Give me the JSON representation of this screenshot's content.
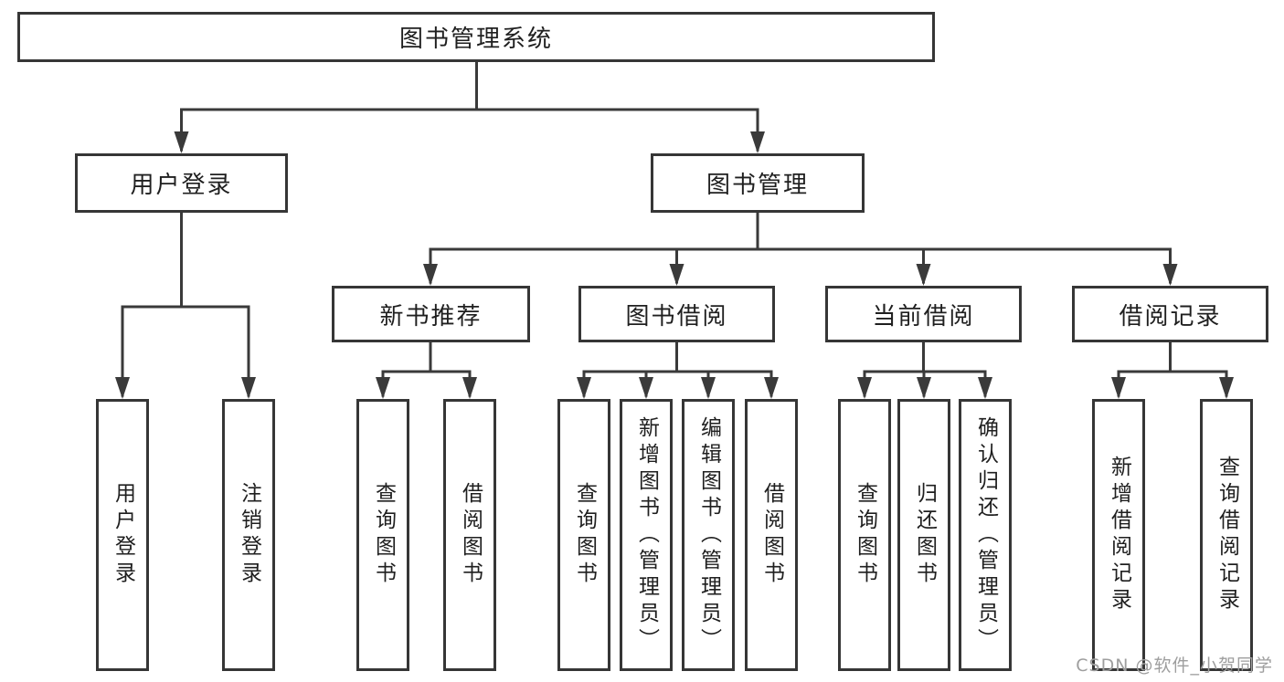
{
  "diagram": {
    "title": "图书管理系统",
    "level2": {
      "user_login": "用户登录",
      "book_management": "图书管理"
    },
    "level3": {
      "new_book_recommend": "新书推荐",
      "book_borrow": "图书借阅",
      "current_borrow": "当前借阅",
      "borrow_records": "借阅记录"
    },
    "leaves": {
      "user_login": {
        "login": "用户登录",
        "logout": "注销登录"
      },
      "new_book_recommend": {
        "query": "查询图书",
        "borrow": "借阅图书"
      },
      "book_borrow": {
        "query": "查询图书",
        "add": "新增图书（管理员）",
        "edit": "编辑图书（管理员）",
        "borrow": "借阅图书"
      },
      "current_borrow": {
        "query": "查询图书",
        "return": "归还图书",
        "confirm_return": "确认归还（管理员）"
      },
      "borrow_records": {
        "add": "新增借阅记录",
        "query": "查询借阅记录"
      }
    }
  },
  "watermark": "CSDN @软件_小贺同学",
  "colors": {
    "line": "#3a3a3a",
    "border": "#363636",
    "text": "#1f1f1f",
    "watermark": "#9e9e9e",
    "background": "#ffffff"
  }
}
